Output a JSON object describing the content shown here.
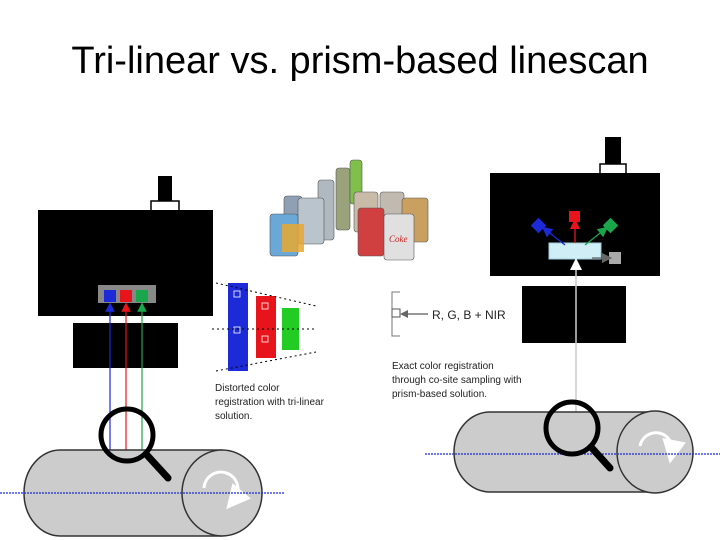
{
  "title": "Tri-linear vs. prism-based linescan",
  "trilinear": {
    "caption_lines": [
      "Distorted color",
      "registration with tri-linear",
      "solution."
    ]
  },
  "prism": {
    "sensor_label": "R, G, B + NIR",
    "caption_lines": [
      "Exact color registration",
      "through co-site sampling with",
      "prism-based solution."
    ]
  },
  "product_photo": {
    "labels": [
      "Coke"
    ]
  },
  "colors": {
    "red": "#e8141b",
    "green": "#1aa64a",
    "blue": "#1c2ad8",
    "prism_glass": "#cfeef6",
    "roller": "#cccccc",
    "camera_body": "#000000"
  },
  "icons": [
    "magnifier-icon",
    "rotation-arrow-icon",
    "arrow-icon"
  ]
}
